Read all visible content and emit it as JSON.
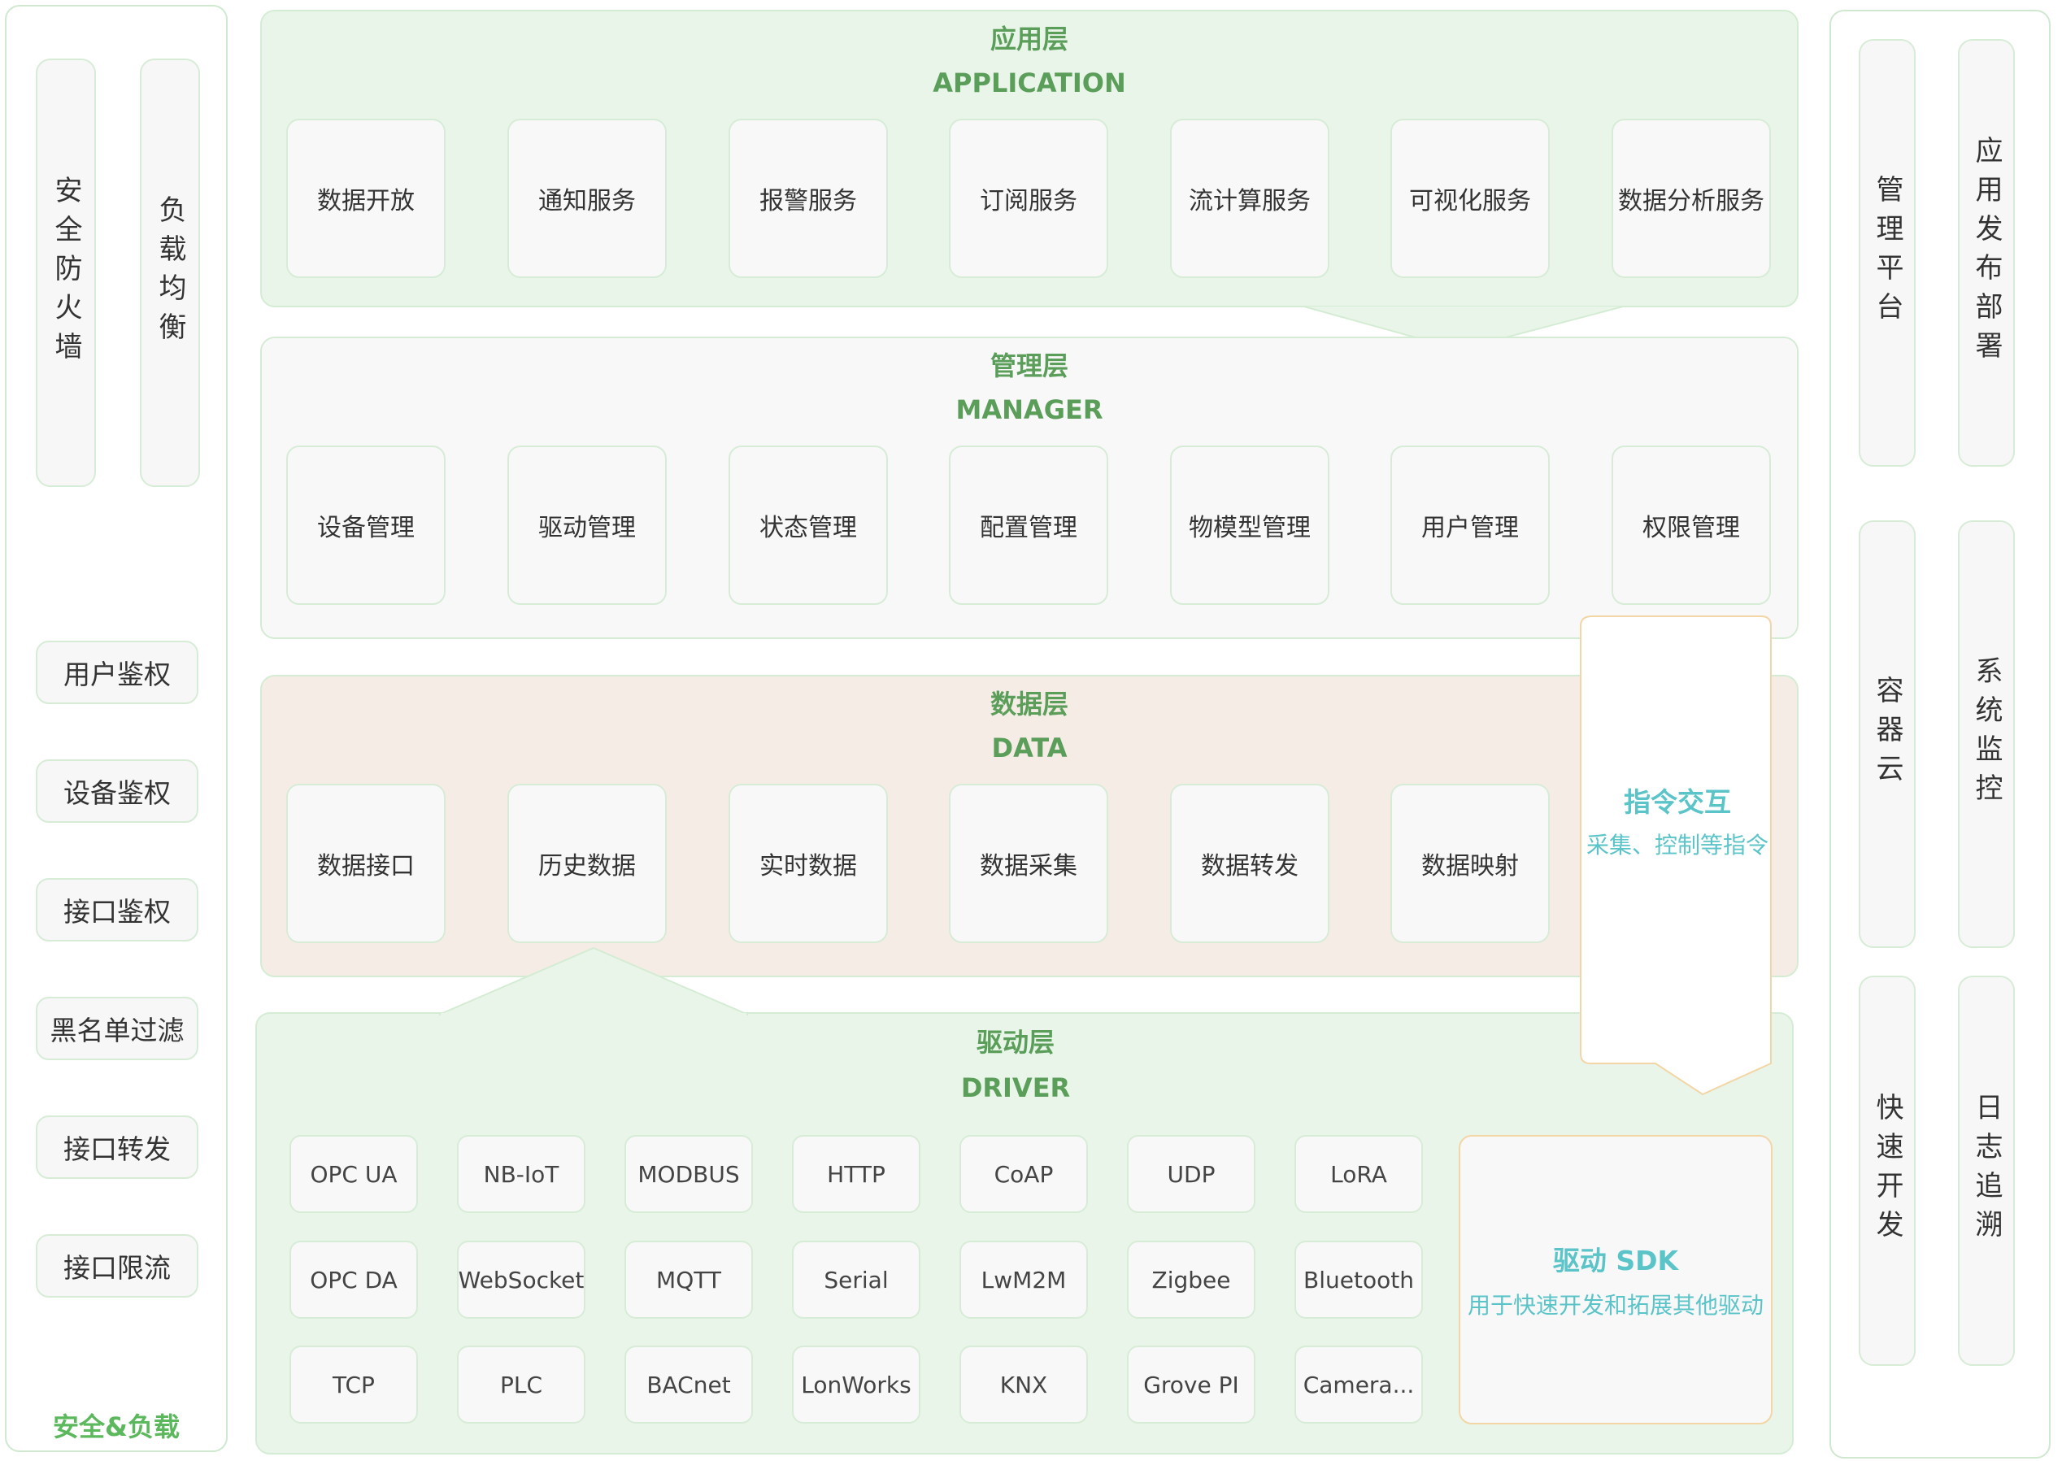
{
  "left": {
    "vertical_items": [
      "安全防火墙",
      "负载均衡"
    ],
    "items": [
      "用户鉴权",
      "设备鉴权",
      "接口鉴权",
      "黑名单过滤",
      "接口转发",
      "接口限流"
    ],
    "footer": "安全&负载"
  },
  "application": {
    "title_cn": "应用层",
    "title_en": "APPLICATION",
    "items": [
      "数据开放",
      "通知服务",
      "报警服务",
      "订阅服务",
      "流计算服务",
      "可视化服务",
      "数据分析服务"
    ]
  },
  "manager": {
    "title_cn": "管理层",
    "title_en": "MANAGER",
    "items": [
      "设备管理",
      "驱动管理",
      "状态管理",
      "配置管理",
      "物模型管理",
      "用户管理",
      "权限管理"
    ]
  },
  "data": {
    "title_cn": "数据层",
    "title_en": "DATA",
    "items": [
      "数据接口",
      "历史数据",
      "实时数据",
      "数据采集",
      "数据转发",
      "数据映射"
    ]
  },
  "command": {
    "title": "指令交互",
    "subtitle": "采集、控制等指令"
  },
  "driver": {
    "title_cn": "驱动层",
    "title_en": "DRIVER",
    "rows": [
      [
        "OPC UA",
        "NB-IoT",
        "MODBUS",
        "HTTP",
        "CoAP",
        "UDP",
        "LoRA"
      ],
      [
        "OPC DA",
        "WebSocket",
        "MQTT",
        "Serial",
        "LwM2M",
        "Zigbee",
        "Bluetooth"
      ],
      [
        "TCP",
        "PLC",
        "BACnet",
        "LonWorks",
        "KNX",
        "Grove PI",
        "Camera..."
      ]
    ],
    "sdk_title": "驱动 SDK",
    "sdk_subtitle": "用于快速开发和拓展其他驱动"
  },
  "right": {
    "items": [
      "管理平台",
      "应用发布部署",
      "容器云",
      "系统监控",
      "快速开发",
      "日志追溯"
    ]
  },
  "colors": {
    "layer_green": "#e9f5e9",
    "layer_data": "#f5ece6",
    "title_green": "#5a9e5a",
    "accent_teal": "#5bc4c8",
    "border_orange": "#f2d6a6"
  }
}
